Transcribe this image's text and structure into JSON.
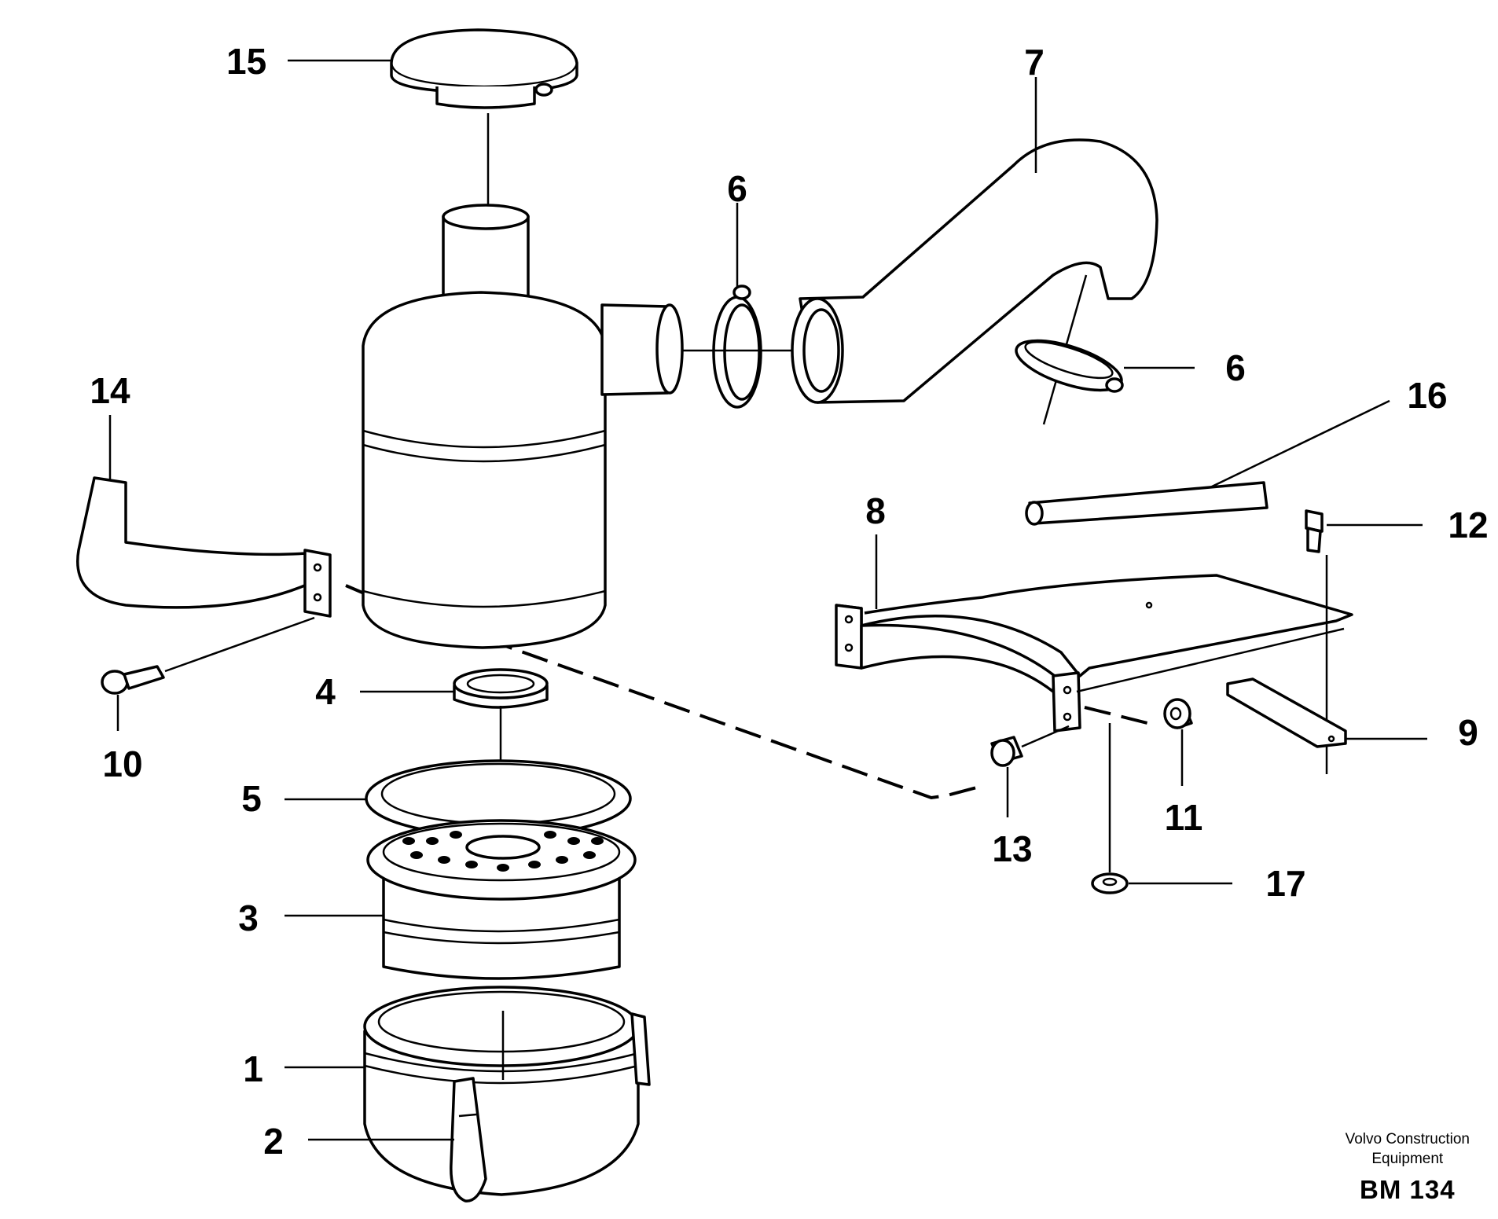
{
  "part_numbers": {
    "p1": "1",
    "p2": "2",
    "p3": "3",
    "p4": "4",
    "p5": "5",
    "p6a": "6",
    "p6b": "6",
    "p7": "7",
    "p8": "8",
    "p9": "9",
    "p10": "10",
    "p11": "11",
    "p12": "12",
    "p13": "13",
    "p14": "14",
    "p15": "15",
    "p16": "16",
    "p17": "17"
  },
  "credit": {
    "line1": "Volvo Construction",
    "line2": "Equipment",
    "code": "BM 134"
  }
}
